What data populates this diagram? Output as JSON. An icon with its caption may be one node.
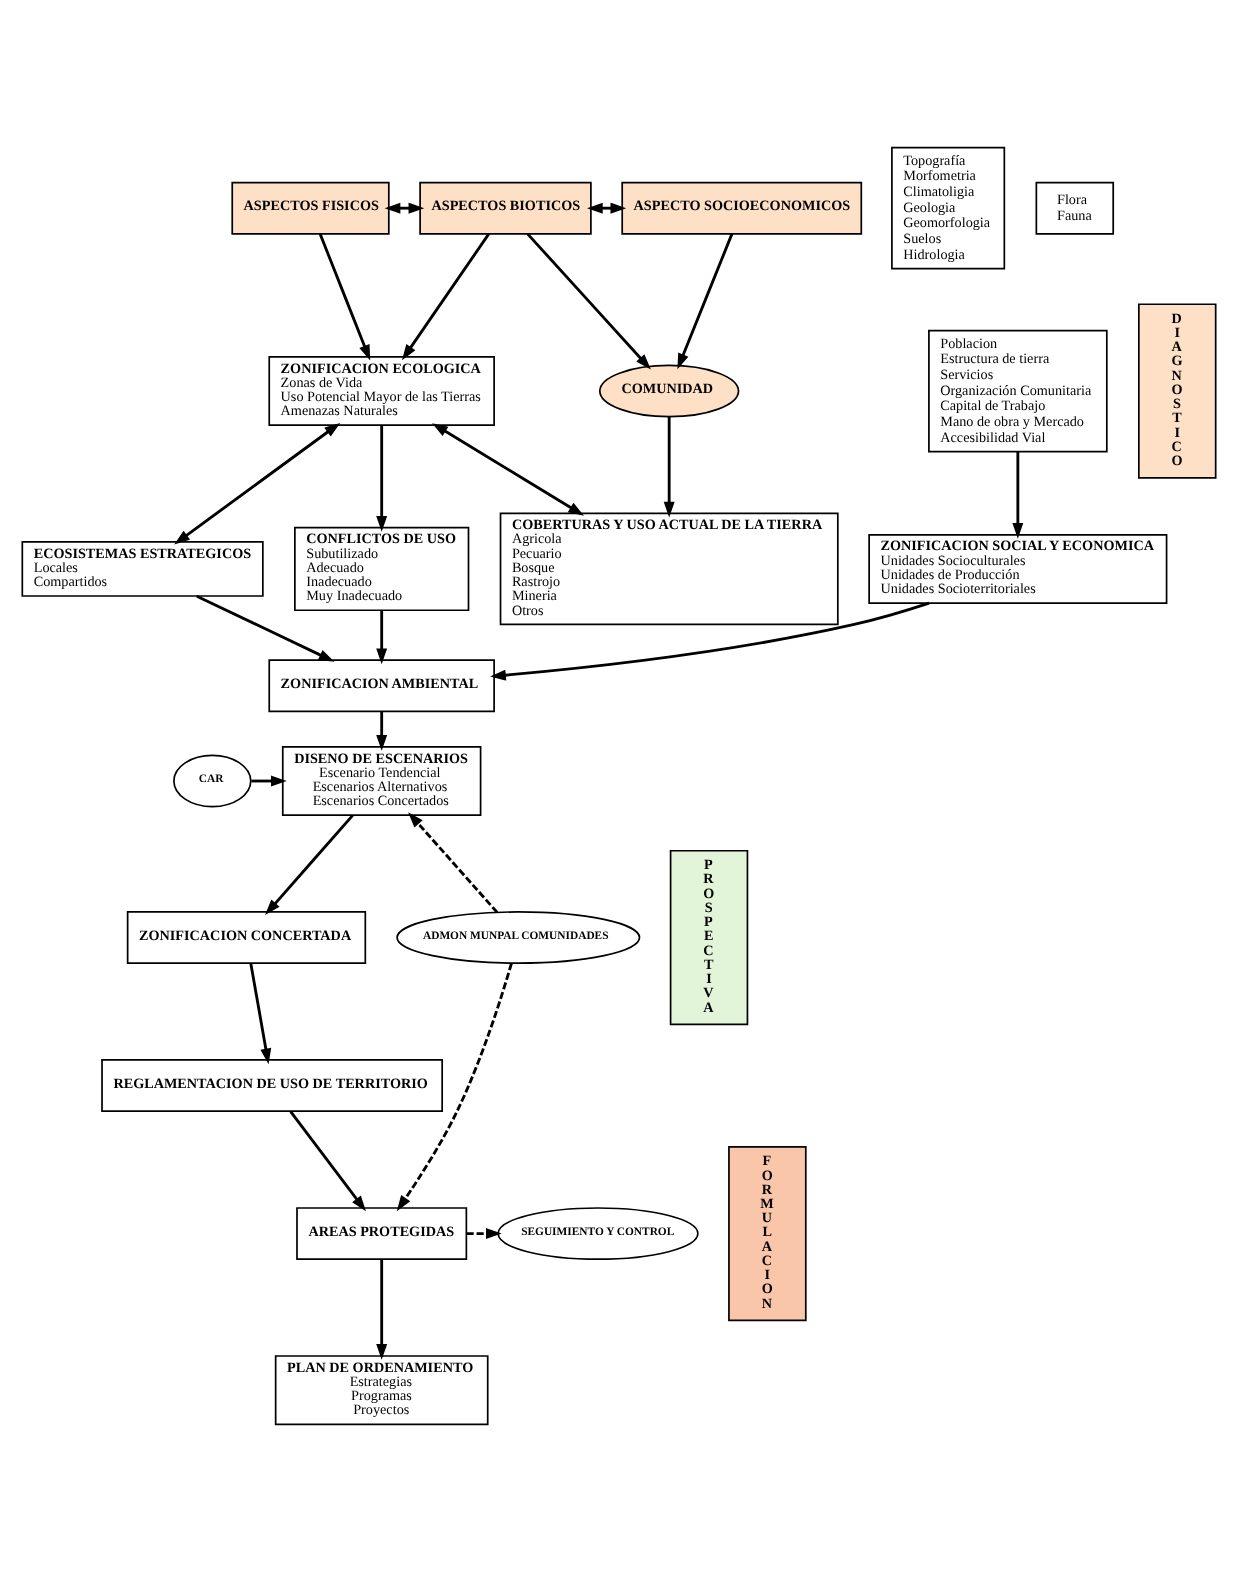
{
  "diagram": {
    "nodes": [
      {
        "text": [
          "ASPECTOS FISICOS"
        ]
      },
      {
        "text": [
          "ASPECTOS BIOTICOS"
        ]
      },
      {
        "text": [
          "ASPECTO SOCIOECONOMICOS"
        ]
      },
      {
        "text": [
          "COMUNIDAD"
        ]
      },
      {
        "text": [
          "Topografía",
          "Morfometria",
          "Climatoligia",
          "Geologia",
          "Geomorfologia",
          "Suelos",
          "Hidrologia"
        ]
      },
      {
        "text": [
          "Flora",
          "Fauna"
        ]
      },
      {
        "text": [
          "Poblacion",
          "Estructura de tierra",
          "Servicios",
          "Organización Comunitaria",
          "Capital de Trabajo",
          "Mano de obra y Mercado",
          "Accesibilidad Vial"
        ]
      },
      {
        "text": [
          "COBERTURAS Y USO ACTUAL DE LA TIERRA",
          "Agricola",
          "Pecuario",
          "Bosque",
          "Rastrojo",
          "Mineria",
          "Otros"
        ]
      },
      {
        "text": [
          "ZONIFICACION ECOLOGICA",
          "Zonas de Vida",
          "Uso Potencial Mayor de las Tierras",
          "Amenazas Naturales"
        ]
      },
      {
        "text": [
          "ECOSISTEMAS ESTRATEGICOS",
          "Locales",
          "Compartidos"
        ]
      },
      {
        "text": [
          "ZONIFICACION SOCIAL Y ECONOMICA",
          "Unidades Socioculturales",
          "Unidades de Producción",
          "Unidades Socioterritoriales"
        ]
      },
      {
        "text": [
          "CONFLICTOS DE USO",
          "Subutilizado",
          "Adecuado",
          "Inadecuado",
          "Muy Inadecuado"
        ]
      },
      {
        "text": [
          "ZONIFICACION AMBIENTAL"
        ]
      },
      {
        "text": [
          "CAR"
        ]
      },
      {
        "text": [
          "DISENO DE ESCENARIOS",
          "Escenario Tendencial",
          "Escenarios Alternativos",
          "Escenarios Concertados"
        ]
      },
      {
        "text": [
          "ZONIFICACION CONCERTADA"
        ]
      },
      {
        "text": [
          "ADMON MUNPAL COMUNIDADES"
        ]
      },
      {
        "text": [
          "REGLAMENTACION DE USO DE TERRITORIO"
        ]
      },
      {
        "text": [
          "AREAS PROTEGIDAS"
        ]
      },
      {
        "text": [
          "SEGUIMIENTO Y CONTROL"
        ]
      },
      {
        "text": [
          "PLAN DE ORDENAMIENTO",
          "Estrategias",
          "Programas",
          "Proyectos"
        ]
      },
      {
        "text": [
          "DIAGNOSTICO"
        ]
      },
      {
        "text": [
          "PROSPECTIVA"
        ]
      },
      {
        "text": [
          "FORMULACION"
        ]
      }
    ],
    "edges": [
      {
        "from": 0,
        "to": 1,
        "arrow": "both"
      },
      {
        "from": 0,
        "to": 8,
        "arrow": "to"
      },
      {
        "from": 1,
        "to": 8,
        "arrow": "to"
      },
      {
        "from": 1,
        "to": 2,
        "arrow": "both"
      },
      {
        "from": 1,
        "to": 3,
        "arrow": "to"
      },
      {
        "from": 2,
        "to": 3,
        "arrow": "to"
      },
      {
        "from": 3,
        "to": 7,
        "arrow": "to"
      },
      {
        "from": 6,
        "to": 10,
        "arrow": "to"
      },
      {
        "from": 8,
        "to": 7,
        "arrow": "both"
      },
      {
        "from": 8,
        "to": 9,
        "arrow": "both"
      },
      {
        "from": 8,
        "to": 11,
        "arrow": "to"
      },
      {
        "from": 11,
        "to": 12,
        "arrow": "to"
      },
      {
        "from": 9,
        "to": 12,
        "arrow": "to"
      },
      {
        "from": 10,
        "to": 12,
        "arrow": "to"
      },
      {
        "from": 12,
        "to": 14,
        "arrow": "to"
      },
      {
        "from": 13,
        "to": 14,
        "arrow": "to"
      },
      {
        "from": 14,
        "to": 15,
        "arrow": "to"
      },
      {
        "from": 15,
        "to": 17,
        "arrow": "to"
      },
      {
        "from": 17,
        "to": 18,
        "arrow": "to"
      },
      {
        "from": 18,
        "to": 20,
        "arrow": "to"
      },
      {
        "from": 16,
        "to": 14,
        "arrow": "to",
        "style": "dashed"
      },
      {
        "from": 16,
        "to": 18,
        "arrow": "to",
        "style": "dashed"
      },
      {
        "from": 18,
        "to": 19,
        "arrow": "to",
        "style": "dashed"
      }
    ]
  }
}
